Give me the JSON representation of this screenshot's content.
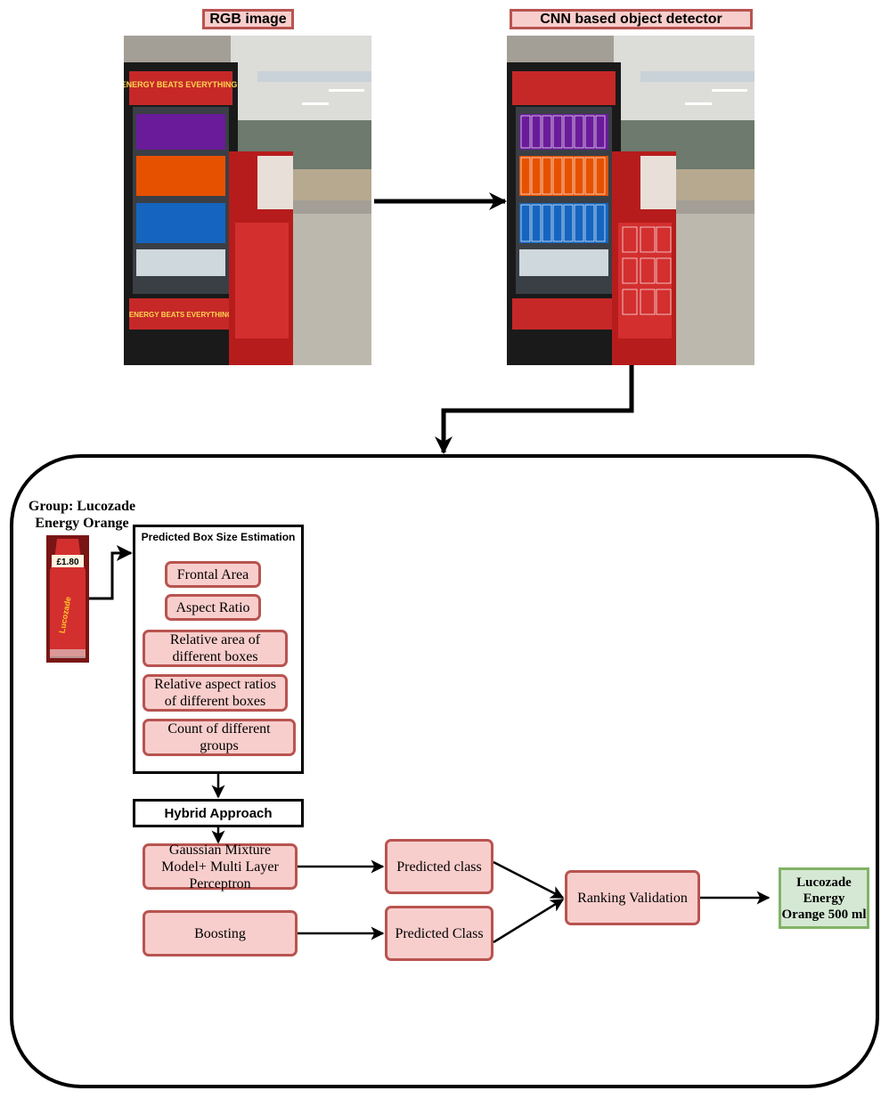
{
  "top": {
    "rgb_label": "RGB image",
    "cnn_label": "CNN based object detector"
  },
  "product_group": {
    "title": "Group: Lucozade Energy Orange"
  },
  "estimation": {
    "title": "Predicted Box Size Estimation",
    "items": [
      "Frontal Area",
      "Aspect Ratio",
      "Relative area of different boxes",
      "Relative aspect ratios of different boxes",
      "Count of different groups"
    ]
  },
  "hybrid": {
    "title": "Hybrid Approach"
  },
  "models": {
    "gmm": "Gaussian Mixture Model+ Multi Layer Perceptron",
    "boosting": "Boosting"
  },
  "predictions": {
    "class_a": "Predicted class",
    "class_b": "Predicted Class"
  },
  "ranking": {
    "label": "Ranking Validation"
  },
  "result": {
    "label": "Lucozade Energy Orange 500 ml"
  },
  "photo_text": {
    "fridge_sign_top": "ENERGY BEATS EVERYTHING",
    "fridge_sign_bottom": "ENERGY BEATS EVERYTHING",
    "bottle_price": "£1.80",
    "bottle_brand": "Lucozade"
  },
  "colors": {
    "pink_fill": "#f8cecc",
    "pink_border": "#b85450",
    "green_fill": "#d5e8d4",
    "green_border": "#82b366"
  }
}
